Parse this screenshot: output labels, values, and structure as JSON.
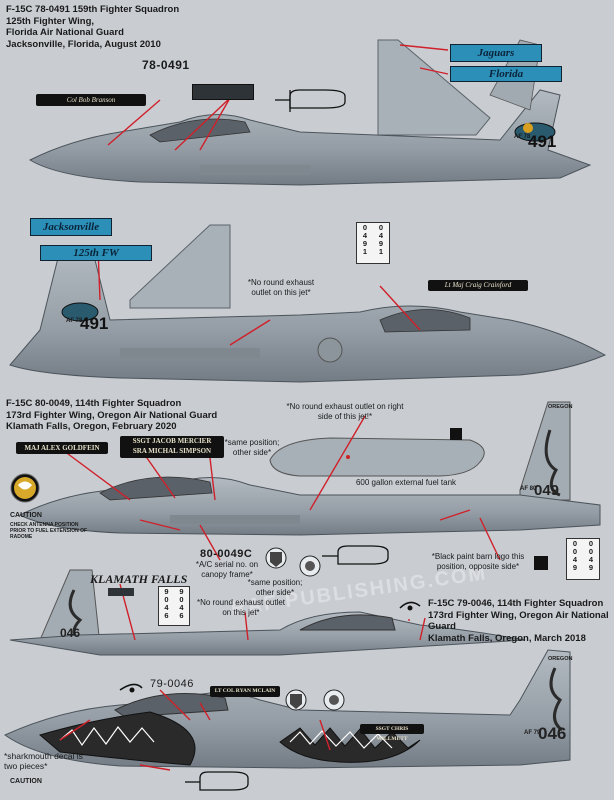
{
  "profile1": {
    "caption": [
      "F-15C 78-0491 159th Fighter Squadron",
      "125th Fighter Wing,",
      "Florida Air National Guard",
      "Jacksonville, Florida, August 2010"
    ],
    "serial": "78-0491",
    "nameplate": "Col Bob Branson",
    "tail_decals": [
      "Jaguars",
      "Florida"
    ],
    "tail_code": "491",
    "tail_code_prefix": "AF 78"
  },
  "profile2": {
    "tail_decals": [
      "Jacksonville",
      "125th FW"
    ],
    "tail_code": "491",
    "tail_code_prefix": "AF 78",
    "note": "*No round exhaust outlet on this jet*",
    "serial_vertical": [
      "0491",
      "0491"
    ],
    "nameplate": "Lt Maj Craig Crainford"
  },
  "profile3": {
    "caption": [
      "F-15C 80-0049, 114th Fighter Squadron",
      "173rd Fighter Wing, Oregon Air National Guard",
      "Klamath Falls, Oregon, February 2020"
    ],
    "nameplate_left": "MAJ ALEX GOLDFEIN",
    "nameplate_right": [
      "SSGT JACOB MERCIER",
      "SRA MICHAL SIMPSON"
    ],
    "note_same_position": "*same position; other side*",
    "note_exhaust": "*No round exhaust outlet on right side of this jet!*",
    "tank_label": "600 gallon external fuel tank",
    "caution": "CAUTION",
    "caution_small": "CHECK ANTENNA POSITION PRIOR TO FUEL EXTENSION OF RADOME",
    "serial": "80-0049C",
    "serial_note": "*A/C serial no. on canopy frame*",
    "same_position_note": "*same position; other side*",
    "tail_code": "049",
    "tail_code_prefix": "AF 80",
    "tail_text": "OREGON",
    "barn_note": "*Black paint barn logo this position, opposite side*",
    "serial_vertical": [
      "0049",
      "0049"
    ]
  },
  "profile4": {
    "caption": [
      "F-15C 79-0046, 114th Fighter Squadron",
      "173rd Fighter Wing, Oregon Air National Guard",
      "Klamath Falls, Oregon, March 2018"
    ],
    "klamath": "KLAMATH FALLS",
    "note_exhaust": "*No round exhaust outlet on this jet*",
    "serial_vertical": [
      "9046",
      "9046"
    ],
    "serial": "79-0046",
    "nameplate_pilot": "LT COL RYAN MCLAIN",
    "nameplate_crew": "SSGT CHRIS WILLMETT",
    "sharkmouth_note": "*sharkmouth decal is two pieces*",
    "caution": "CAUTION",
    "tail_code": "046",
    "tail_code_prefix": "AF 79",
    "tail_text": "OREGON"
  },
  "watermark": "RAF PUBLISHING.COM",
  "colors": {
    "background": "#c9cdd2",
    "aircraft_gray": "#9aa3ab",
    "aircraft_dark": "#6f7880",
    "decal_blue": "#2b8fb8",
    "leader_red": "#d0202a"
  }
}
